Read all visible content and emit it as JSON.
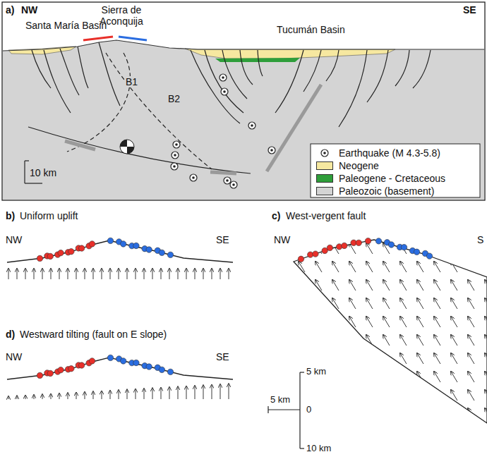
{
  "diagram": {
    "labels": [
      "a)",
      "NW",
      "SE",
      "Santa María Basin",
      "Sierra de Aconquija",
      "Tucumán Basin",
      "B1",
      "B2",
      "10 km",
      "b)",
      "Uniform uplift",
      "NW",
      "SE",
      "c)",
      "West-vergent fault",
      "NW",
      "S",
      "d)",
      "Westward tilting (fault on E slope)",
      "NW",
      "SE",
      "5 km",
      "0",
      "5 km",
      "10 km"
    ],
    "legend": [
      {
        "text": "Earthquake (M 4.3-5.8)"
      },
      {
        "text": "Neogene",
        "color": "#f6e8a0"
      },
      {
        "text": "Paleogene - Cretaceous",
        "color": "#2e9e3a"
      },
      {
        "text": "Paleozoic (basement)",
        "color": "#d4d4d4"
      }
    ]
  }
}
